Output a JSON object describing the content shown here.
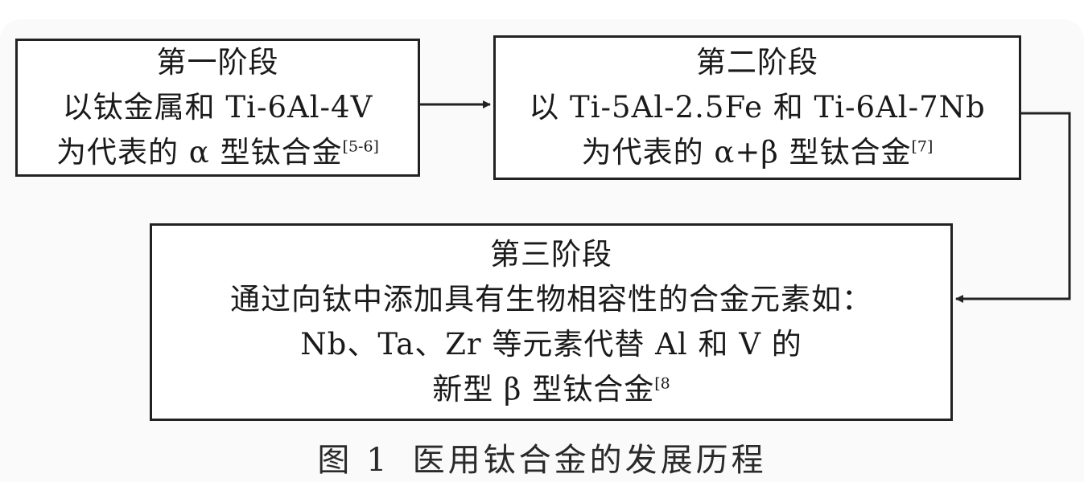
{
  "stages": [
    {
      "title": "第一阶段",
      "line2": "以钛金属和 Ti-6Al-4V",
      "line3": "为代表的 α 型钛合金",
      "ref": "[5-6]"
    },
    {
      "title": "第二阶段",
      "line2": "以 Ti-5Al-2.5Fe 和 Ti-6Al-7Nb",
      "line3": "为代表的 α+β 型钛合金",
      "ref": "[7]"
    },
    {
      "title": "第三阶段",
      "line2": "通过向钛中添加具有生物相容性的合金元素如：",
      "line3": "Nb、Ta、Zr 等元素代替 Al 和 V 的",
      "line4": "新型 β 型钛合金",
      "ref": "[8"
    }
  ],
  "caption": {
    "number": "图 1",
    "text": "医用钛合金的发展历程"
  },
  "colors": {
    "border": "#222222",
    "text": "#1a1a1a",
    "card_background": "#fafafa"
  }
}
